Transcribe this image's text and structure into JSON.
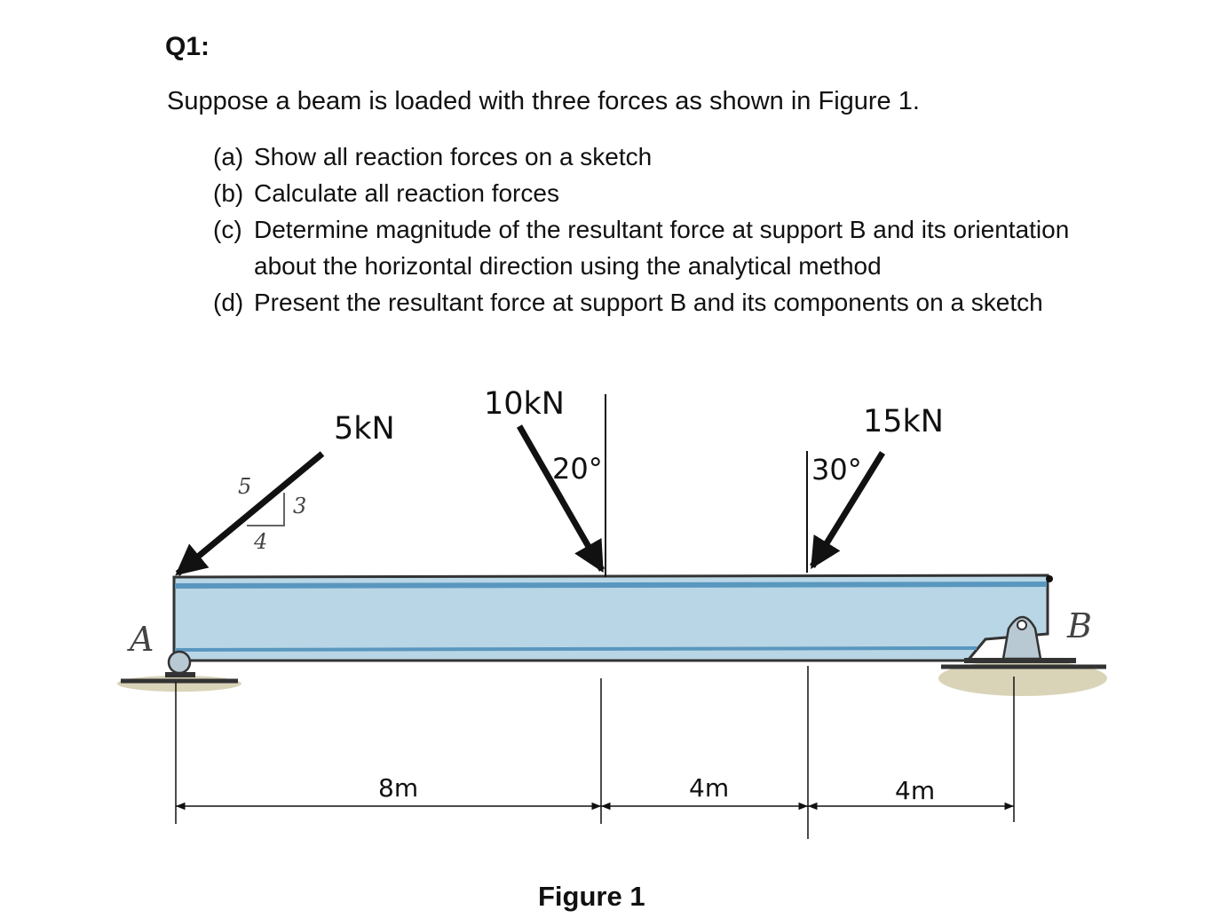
{
  "question": {
    "title": "Q1:",
    "intro": "Suppose a beam is loaded with three forces as shown in Figure 1.",
    "parts": [
      {
        "label": "(a)",
        "text": "Show all reaction forces on a sketch"
      },
      {
        "label": "(b)",
        "text": "Calculate all reaction forces"
      },
      {
        "label": "(c)",
        "text": "Determine magnitude of the resultant force at support B and its orientation about the horizontal direction using the analytical method"
      },
      {
        "label": "(d)",
        "text": "Present the resultant force at support B and its components on a sketch"
      }
    ]
  },
  "figure": {
    "caption": "Figure 1",
    "support_a_label": "A",
    "support_b_label": "B",
    "forces": [
      {
        "magnitude_label": "5kN",
        "slope": {
          "hyp": "5",
          "vert": "3",
          "horiz": "4"
        }
      },
      {
        "magnitude_label": "10kN",
        "angle_label": "20°"
      },
      {
        "magnitude_label": "15kN",
        "angle_label": "30°"
      }
    ],
    "dimensions": [
      "8m",
      "4m",
      "4m"
    ],
    "colors": {
      "beam_face": "#b9d6e6",
      "beam_stripe": "#5a97bf",
      "ground": "#d9d3b8",
      "support": "#b8c9d4"
    }
  }
}
